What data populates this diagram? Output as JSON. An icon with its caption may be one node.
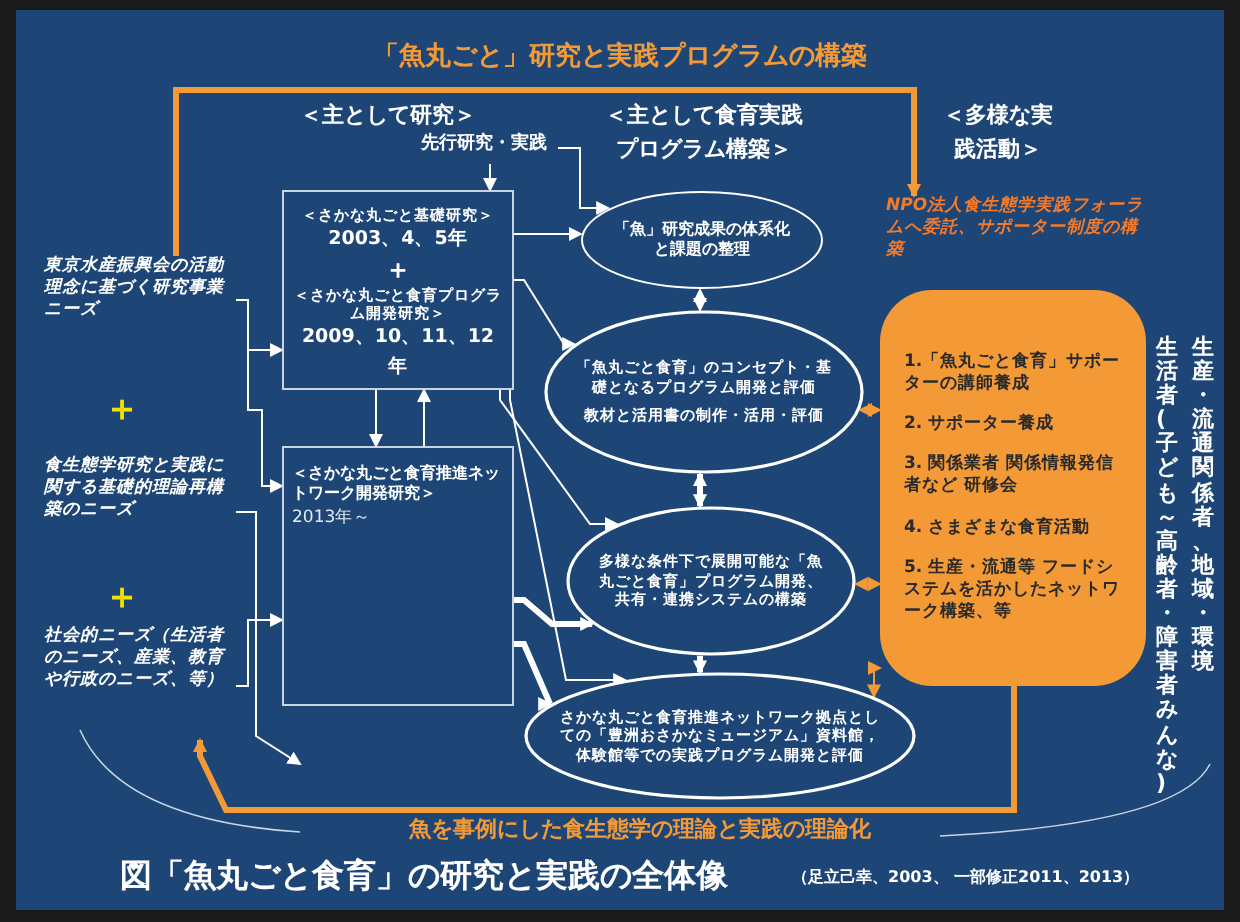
{
  "diagram": {
    "title": "「魚丸ごと」研究と実践プログラムの構築",
    "caption": "図「魚丸ごと食育」の研究と実践の全体像",
    "nodes": [
      {
        "text": [
          "先行研究・実践"
        ]
      },
      {
        "text": [
          "＜さかな丸ごと基礎研究＞",
          "2003、4、5年",
          "＋",
          "＜さかな丸ごと食育プログラム開発研究＞",
          "2009、10、11、12年"
        ]
      },
      {
        "text": [
          "＜さかな丸ごと食育推進ネットワーク開発研究＞",
          "2013年～"
        ]
      },
      {
        "text": [
          "東京水産振興会の活動理念に基づく研究事業ニーズ"
        ]
      },
      {
        "text": [
          "食生態学研究と実践に関する基礎的理論再構築のニーズ"
        ]
      },
      {
        "text": [
          "社会的ニーズ（生活者のニーズ、産業、教育や行政のニーズ、等）"
        ]
      },
      {
        "text": [
          "「魚」研究成果の体系化と課題の整理"
        ]
      },
      {
        "text": [
          "「魚丸ごと食育」のコンセプト・基礎となるプログラム開発と評価",
          "教材と活用書の制作・活用・評価"
        ]
      },
      {
        "text": [
          "多様な条件下で展開可能な「魚丸ごと食育」プログラム開発、共有・連携システムの構築"
        ]
      },
      {
        "text": [
          "さかな丸ごと食育推進ネットワーク拠点としての「豊洲おさかなミュージアム」資料館，体験館等での実践プログラム開発と評価"
        ]
      },
      {
        "text": [
          "NPO法人食生態学実践フォーラムへ委託、サポーター制度の構築"
        ]
      },
      {
        "text": [
          "1.「魚丸ごと食育」サポーターの講師養成",
          "2. サポーター養成",
          "3. 関係業者 関係情報発信者など 研修会",
          "4. さまざまな食育活動",
          "5. 生産・流通等 フードシステムを活かしたネットワーク構築、等"
        ]
      }
    ],
    "edges": [
      {
        "from": 0,
        "to": 1,
        "arrow": "to"
      },
      {
        "from": 0,
        "to": 6,
        "arrow": "to"
      },
      {
        "from": 1,
        "to": 6,
        "arrow": "to"
      },
      {
        "from": 1,
        "to": 7,
        "arrow": "to"
      },
      {
        "from": 6,
        "to": 7,
        "arrow": "both"
      },
      {
        "from": 1,
        "to": 2,
        "arrow": "to"
      },
      {
        "from": 2,
        "to": 1,
        "arrow": "to"
      },
      {
        "from": 3,
        "to": 1,
        "arrow": "to"
      },
      {
        "from": 3,
        "to": 2,
        "arrow": "to"
      },
      {
        "from": 5,
        "to": 2,
        "arrow": "to"
      },
      {
        "from": 4,
        "to": null,
        "arrow": "to"
      },
      {
        "from": 2,
        "to": 8,
        "arrow": "to",
        "style": "thick"
      },
      {
        "from": 2,
        "to": 9,
        "arrow": "to",
        "style": "thick"
      },
      {
        "from": 1,
        "to": 8,
        "arrow": "to"
      },
      {
        "from": 1,
        "to": 9,
        "arrow": "to"
      },
      {
        "from": 7,
        "to": 8,
        "arrow": "both",
        "style": "thick"
      },
      {
        "from": 8,
        "to": 9,
        "arrow": "to",
        "style": "thick"
      },
      {
        "from": 11,
        "to": 7,
        "arrow": "both",
        "color": "#f39a37"
      },
      {
        "from": 11,
        "to": 8,
        "arrow": "both",
        "color": "#f39a37"
      },
      {
        "from": 11,
        "to": 9,
        "arrow": "both",
        "color": "#f39a37"
      },
      {
        "from": 3,
        "to": 10,
        "arrow": "to",
        "style": "thick",
        "color": "#f39a37"
      },
      {
        "from": 11,
        "to": 5,
        "arrow": "to",
        "style": "thick",
        "color": "#f39a37"
      }
    ],
    "labels": [
      "＜主として研究＞",
      "＜主として食育実践プログラム構築＞",
      "＜多様な実践活動＞",
      "＋",
      "＋",
      "生産・流通関係者、地域・環境",
      "生活者(子ども～高齢者・障害者みんな)",
      "魚を事例にした食生態学の理論と実践の理論化",
      "（足立己幸、2003、 一部修正2011、2013）"
    ]
  }
}
